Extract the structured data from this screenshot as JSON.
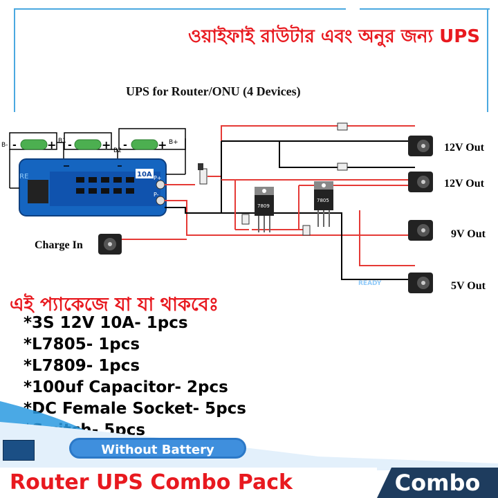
{
  "header": {
    "title_bn": "ওয়াইফাই রাউটার এবং অনুর জন্য",
    "title_ups": "UPS",
    "subtitle": "UPS for Router/ONU (4 Devices)"
  },
  "diagram": {
    "battery_labels": [
      "B1",
      "B2",
      "B-",
      "B+"
    ],
    "bms_label": "10A",
    "bms_pins": [
      "P+",
      "P-"
    ],
    "watermark": "READY",
    "regulators": [
      "7809",
      "7805"
    ],
    "outputs": [
      "12V Out",
      "12V Out",
      "9V Out",
      "5V Out"
    ],
    "charge_label": "Charge In"
  },
  "package": {
    "heading": "এই প্যাকেজে যা যা থাকবেঃ",
    "items": [
      "*3S 12V 10A- 1pcs",
      "*L7805- 1pcs",
      "*L7809- 1pcs",
      "*100uf Capacitor- 2pcs",
      "*DC Female Socket- 5pcs",
      "*Switch- 5pcs"
    ]
  },
  "badge": {
    "without_battery": "Without Battery"
  },
  "footer": {
    "title": "Router UPS Combo Pack",
    "tag": "Combo"
  },
  "colors": {
    "accent_red": "#e8191f",
    "frame_blue": "#4aa8e0",
    "badge_blue": "#3f8fdd",
    "tag_navy": "#1e3c5e"
  }
}
